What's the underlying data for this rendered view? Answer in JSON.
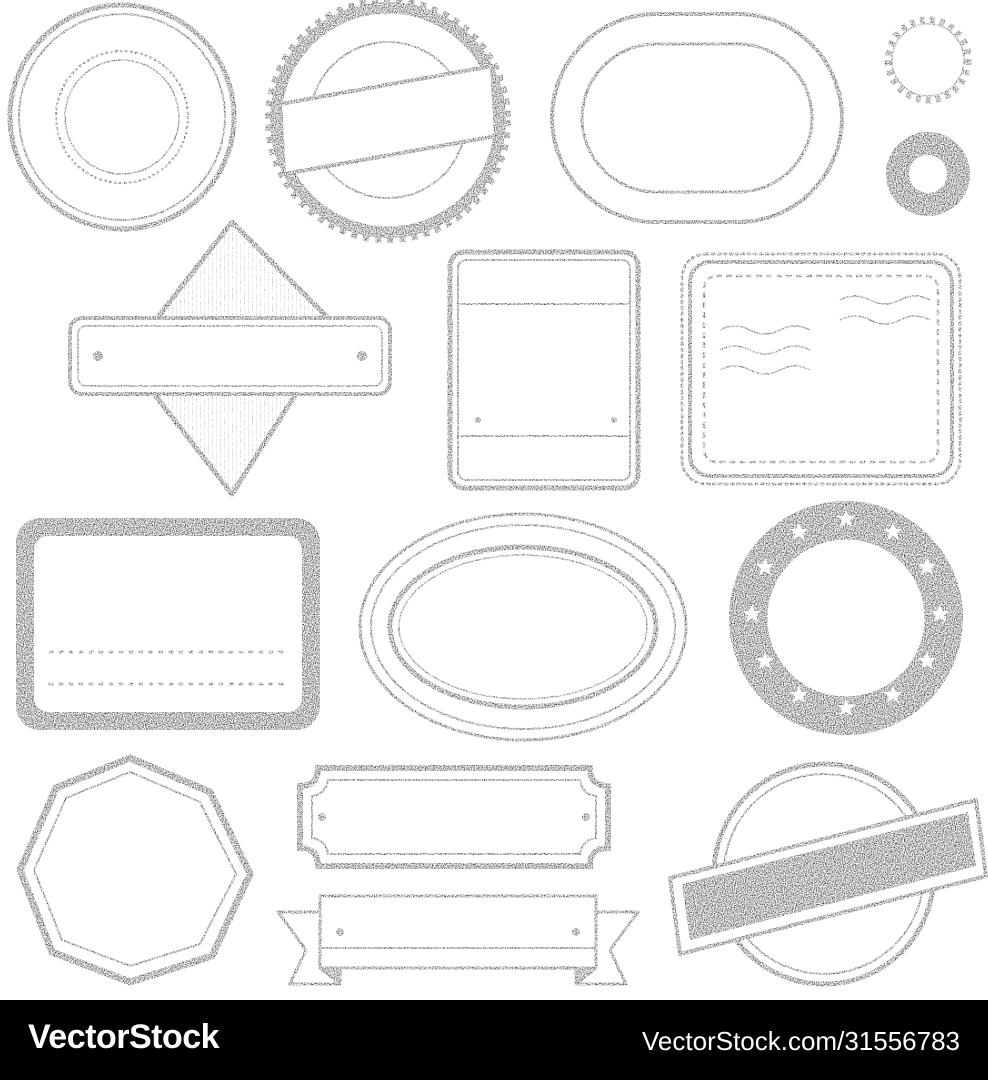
{
  "footer": {
    "brand": "VectorStock",
    "reference": "VectorStock.com/31556783"
  },
  "stamps": [
    {
      "name": "round-dotted-stamp",
      "shape": "circle"
    },
    {
      "name": "scalloped-ribbon-stamp",
      "shape": "scalloped-circle"
    },
    {
      "name": "oval-rounded-stamp",
      "shape": "rounded-oval"
    },
    {
      "name": "small-scalloped-badge",
      "shape": "scalloped"
    },
    {
      "name": "dark-ring-stamp",
      "shape": "ring"
    },
    {
      "name": "diamond-plate-stamp",
      "shape": "diamond"
    },
    {
      "name": "rectangle-label-stamp",
      "shape": "rectangle"
    },
    {
      "name": "postal-dotted-stamp",
      "shape": "rectangle-dotted"
    },
    {
      "name": "grunge-frame-stamp",
      "shape": "rectangle"
    },
    {
      "name": "ellipse-stamp",
      "shape": "ellipse"
    },
    {
      "name": "star-ring-stamp",
      "shape": "star-ring"
    },
    {
      "name": "octagon-stamp",
      "shape": "octagon"
    },
    {
      "name": "plaque-stamp",
      "shape": "plaque"
    },
    {
      "name": "ribbon-banner-stamp",
      "shape": "ribbon"
    },
    {
      "name": "round-bar-stamp",
      "shape": "circle-bar"
    }
  ],
  "colors": {
    "ink": "#111111",
    "background": "#ffffff",
    "footer": "#000000"
  }
}
